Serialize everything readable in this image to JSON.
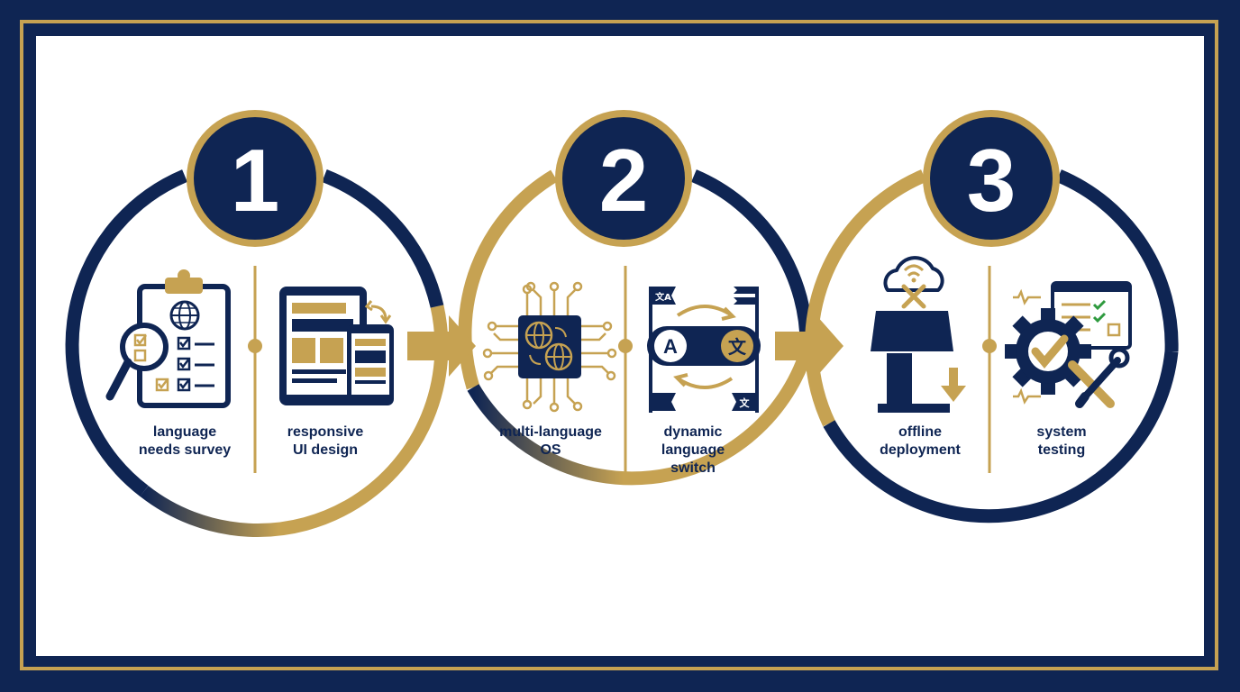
{
  "colors": {
    "navy": "#0f2553",
    "gold": "#c6a252",
    "green": "#2e9a3e",
    "white": "#ffffff"
  },
  "steps": [
    {
      "number": "1",
      "left": {
        "label_lines": [
          "language",
          "needs survey"
        ],
        "icon": "clipboard-survey-icon"
      },
      "right": {
        "label_lines": [
          "responsive",
          "UI design"
        ],
        "icon": "responsive-devices-icon"
      }
    },
    {
      "number": "2",
      "left": {
        "label_lines": [
          "multi-language",
          "OS"
        ],
        "icon": "chip-globe-icon"
      },
      "right": {
        "label_lines": [
          "dynamic",
          "language",
          "switch"
        ],
        "icon": "language-toggle-icon"
      }
    },
    {
      "number": "3",
      "left": {
        "label_lines": [
          "offline",
          "deployment"
        ],
        "icon": "kiosk-offline-icon"
      },
      "right": {
        "label_lines": [
          "system",
          "testing"
        ],
        "icon": "gear-check-icon"
      }
    }
  ],
  "toggle": {
    "left_glyph": "A",
    "right_glyph": "文",
    "corner_top": "文A",
    "corner_bottom": "文"
  }
}
